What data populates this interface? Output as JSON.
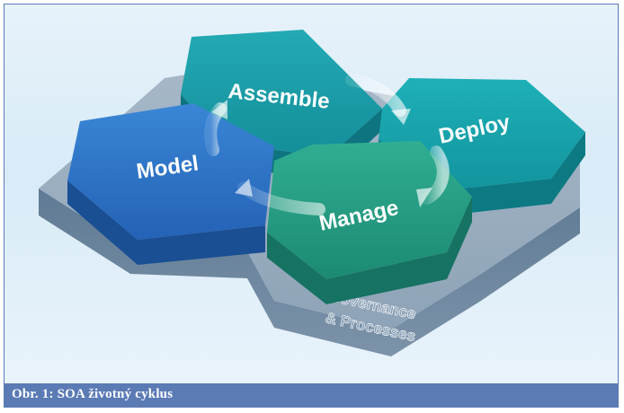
{
  "diagram": {
    "nodes": [
      {
        "id": "assemble",
        "label": "Assemble",
        "color": "#1aa3ad"
      },
      {
        "id": "deploy",
        "label": "Deploy",
        "color": "#15a6ae"
      },
      {
        "id": "model",
        "label": "Model",
        "color": "#2a73c8"
      },
      {
        "id": "manage",
        "label": "Manage",
        "color": "#229d86"
      }
    ],
    "base": {
      "line1": "Governance",
      "line2": "& Processes",
      "color": "#6d88a3"
    },
    "cycle": [
      "Model",
      "Assemble",
      "Deploy",
      "Manage"
    ]
  },
  "caption": {
    "text": "Obr. 1: SOA životný cyklus"
  },
  "colors": {
    "frame_border": "#5b7bb5",
    "caption_bg": "#5b7bb5"
  }
}
